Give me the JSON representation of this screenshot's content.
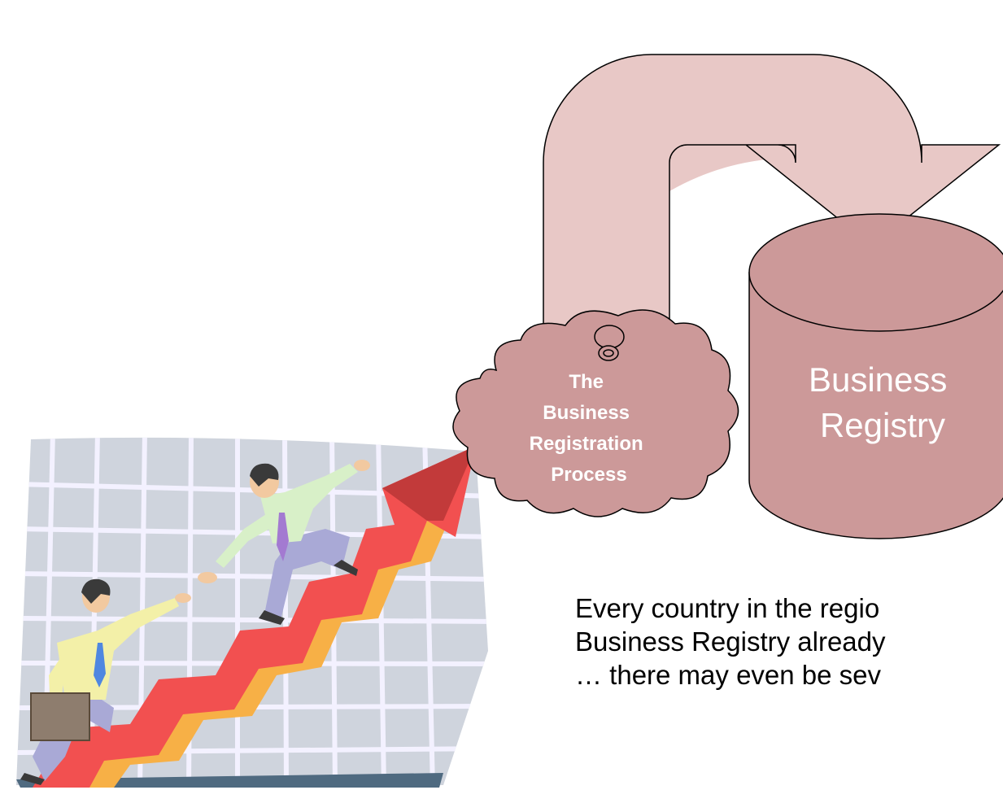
{
  "process_cloud": {
    "lines": [
      "The",
      "Business",
      "Registration",
      "Process"
    ]
  },
  "registry_cylinder": {
    "lines": [
      "Business",
      "Registry"
    ]
  },
  "caption": {
    "lines": [
      "Every country in the regio",
      "Business Registry already",
      "… there may even be sev"
    ]
  },
  "colors": {
    "arrow_fill": "#e8c8c6",
    "cloud_fill": "#cc9999",
    "cylinder_fill": "#cc9999",
    "stair_red": "#f25050",
    "stair_orange": "#f7b046",
    "grid_bg": "#cfd4dd",
    "grid_lines": "#f3f1ff"
  }
}
